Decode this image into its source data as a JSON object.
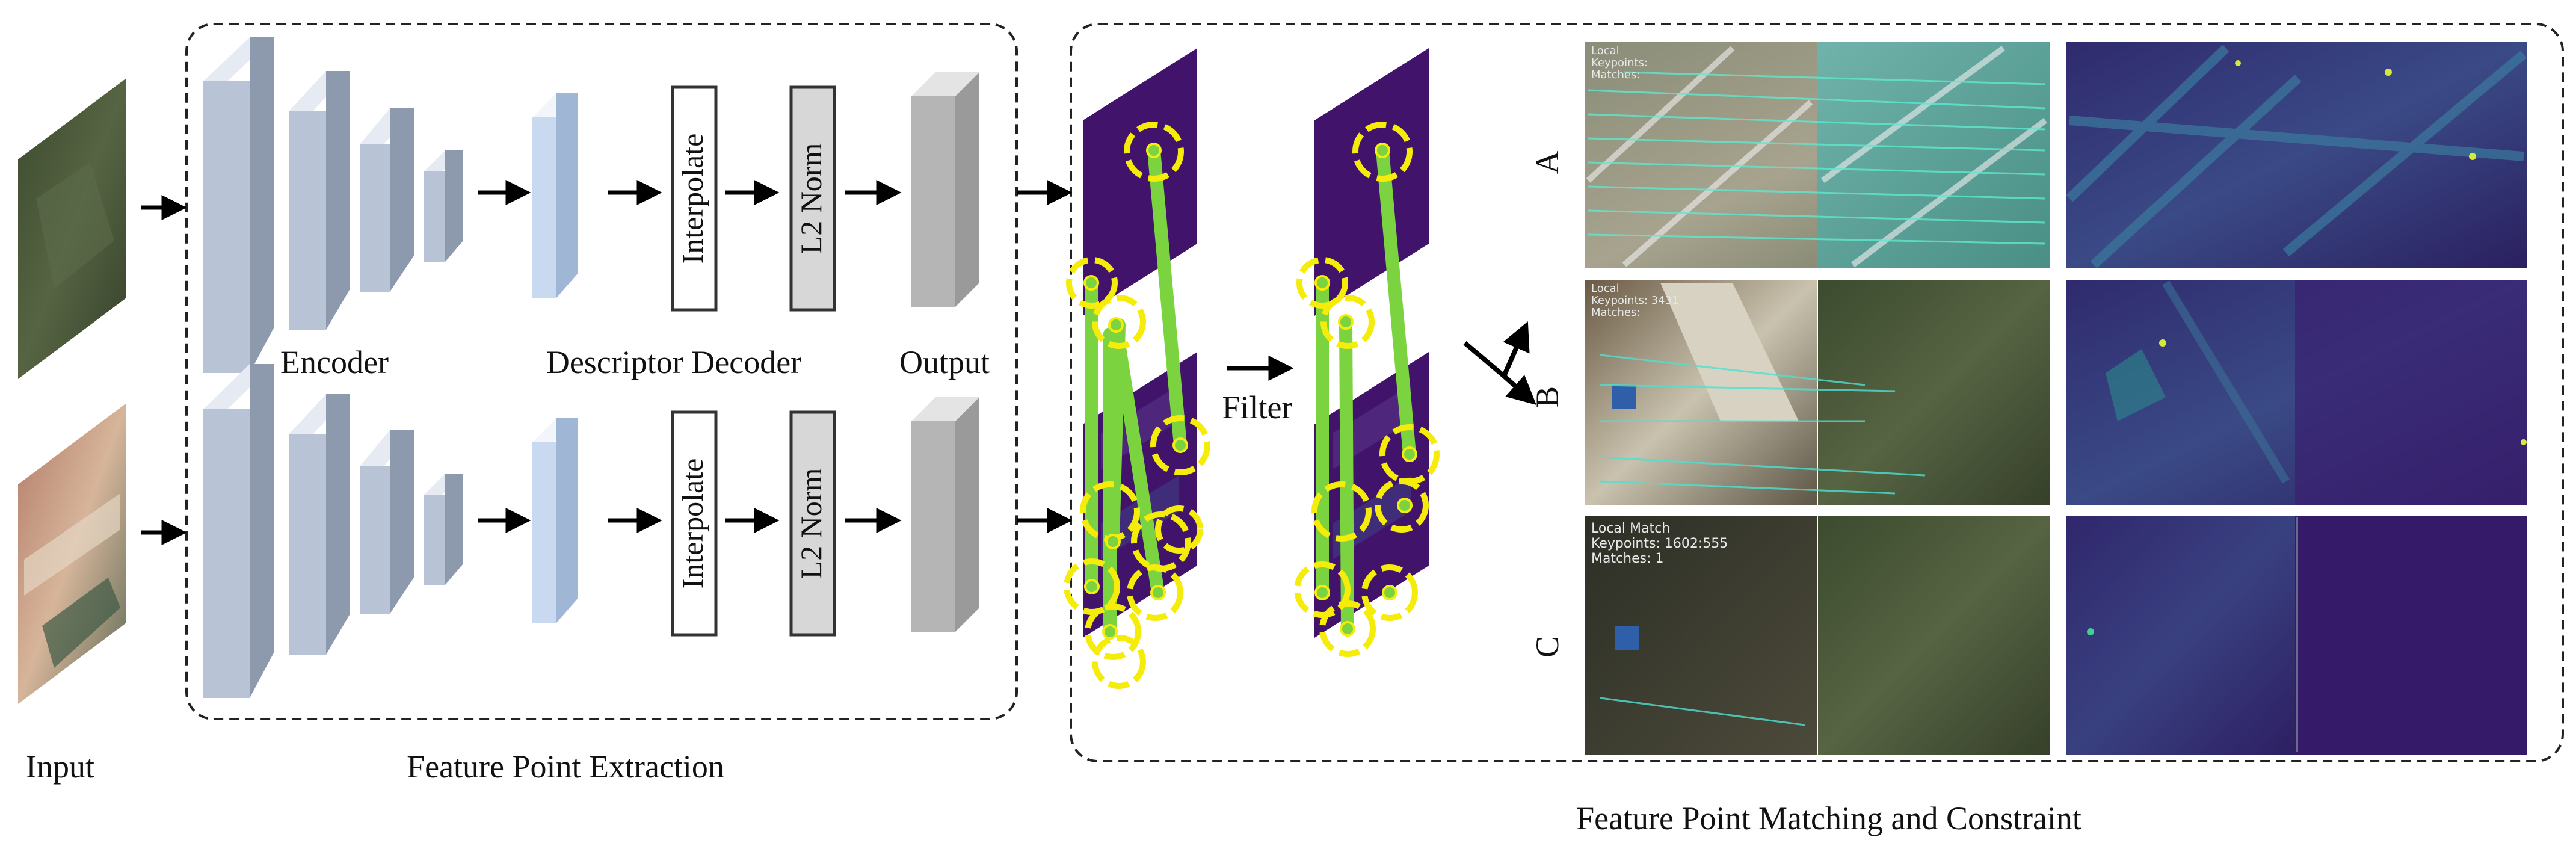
{
  "labels": {
    "input": "Input",
    "encoder": "Encoder",
    "descriptor_decoder": "Descriptor Decoder",
    "output": "Output",
    "interpolate": "Interpolate",
    "l2_norm": "L2 Norm",
    "filter": "Filter",
    "feature_point_extraction": "Feature Point Extraction",
    "feature_point_matching": "Feature Point Matching and Constraint"
  },
  "rows": [
    {
      "id": "A",
      "label": "A"
    },
    {
      "id": "B",
      "label": "B"
    },
    {
      "id": "C",
      "label": "C"
    }
  ],
  "overlay_text": {
    "a": [
      "Local",
      "Keypoints:",
      "Matches:"
    ],
    "b": [
      "Local",
      "Keypoints: 3431",
      "Matches:"
    ],
    "c": [
      "Local Match",
      "Keypoints: 1602:555",
      "Matches: 1"
    ]
  },
  "colors": {
    "encoder_block": "#b8c3d6",
    "decoder_block": "#c9d9ef",
    "output_block": "#b5b5b5",
    "l2_fill": "#d7d7d7",
    "match_line": "#7bd43f",
    "keypoint_ring": "#f5ec0a",
    "heatmap_bg": "#42136b",
    "dashed_border": "#222222"
  }
}
